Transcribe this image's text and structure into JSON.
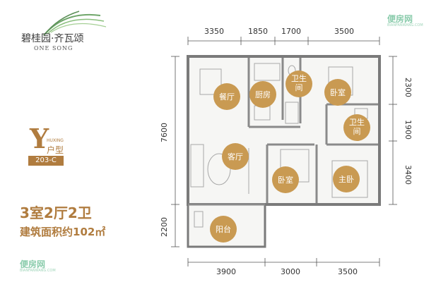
{
  "brand": {
    "name_cn": "碧桂园·齐瓦颂",
    "name_en": "ONE SONG"
  },
  "unit": {
    "letter": "Y",
    "huxing": "HUXING",
    "type_cn": "户型",
    "code": "203-C",
    "rooms_summary": "3室2厅2卫",
    "area_line": "建筑面积约102㎡"
  },
  "dimensions": {
    "top": [
      "3350",
      "1850",
      "1700",
      "3500"
    ],
    "bottom": [
      "3900",
      "3000",
      "3500"
    ],
    "left": [
      "7600",
      "2200"
    ],
    "right": [
      "2300",
      "1900",
      "3400"
    ]
  },
  "rooms": [
    {
      "label": "餐厅"
    },
    {
      "label": "厨房"
    },
    {
      "label": "卫生间",
      "lines": [
        "卫生",
        "间"
      ]
    },
    {
      "label": "卧室"
    },
    {
      "label": "卫生间",
      "lines": [
        "卫生",
        "间"
      ]
    },
    {
      "label": "客厅"
    },
    {
      "label": "卧室"
    },
    {
      "label": "主卧"
    },
    {
      "label": "阳台"
    }
  ],
  "watermark": {
    "text": "便房网",
    "sub": "BIANFANWANG.COM"
  },
  "colors": {
    "accent": "#b07c3f",
    "room_marker": "#c99a52",
    "watermark": "#7fc7a4"
  }
}
